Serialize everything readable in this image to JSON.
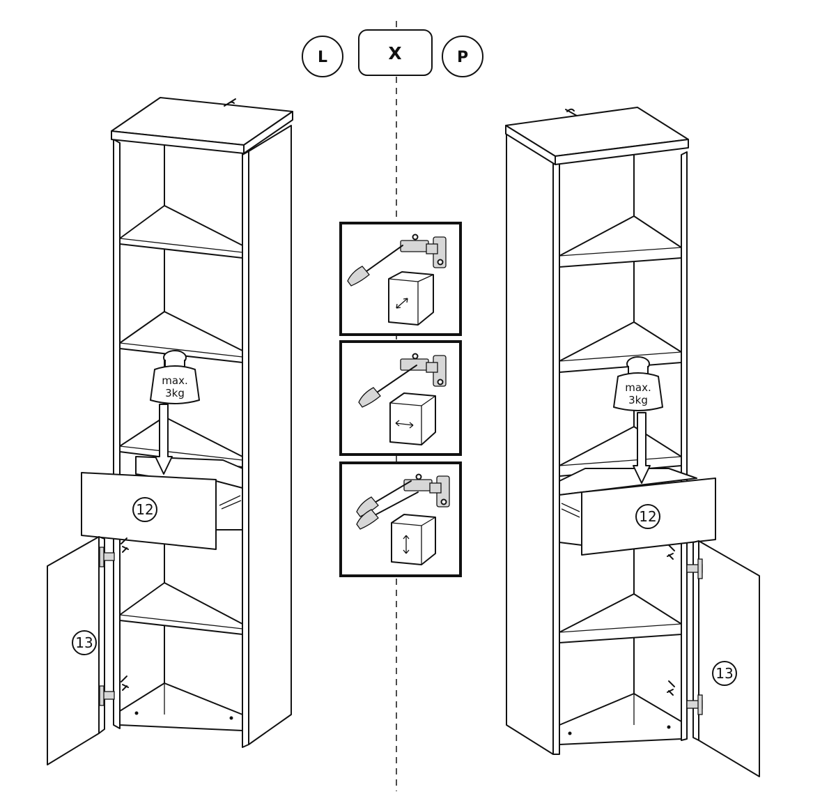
{
  "header": {
    "left_label": "L",
    "center_label": "X",
    "right_label": "P"
  },
  "left_cabinet": {
    "drawer_label": "12",
    "door_label": "13",
    "weight_line1": "max.",
    "weight_line2": "3kg"
  },
  "right_cabinet": {
    "drawer_label": "12",
    "door_label": "13",
    "weight_line1": "max.",
    "weight_line2": "3kg"
  },
  "hinge_panels": [
    {
      "name": "depth-adjustment",
      "arrow_icon": "diagonal-arrow-icon"
    },
    {
      "name": "side-adjustment",
      "arrow_icon": "horizontal-arrow-icon"
    },
    {
      "name": "height-adjustment",
      "arrow_icon": "vertical-arrow-icon"
    }
  ]
}
